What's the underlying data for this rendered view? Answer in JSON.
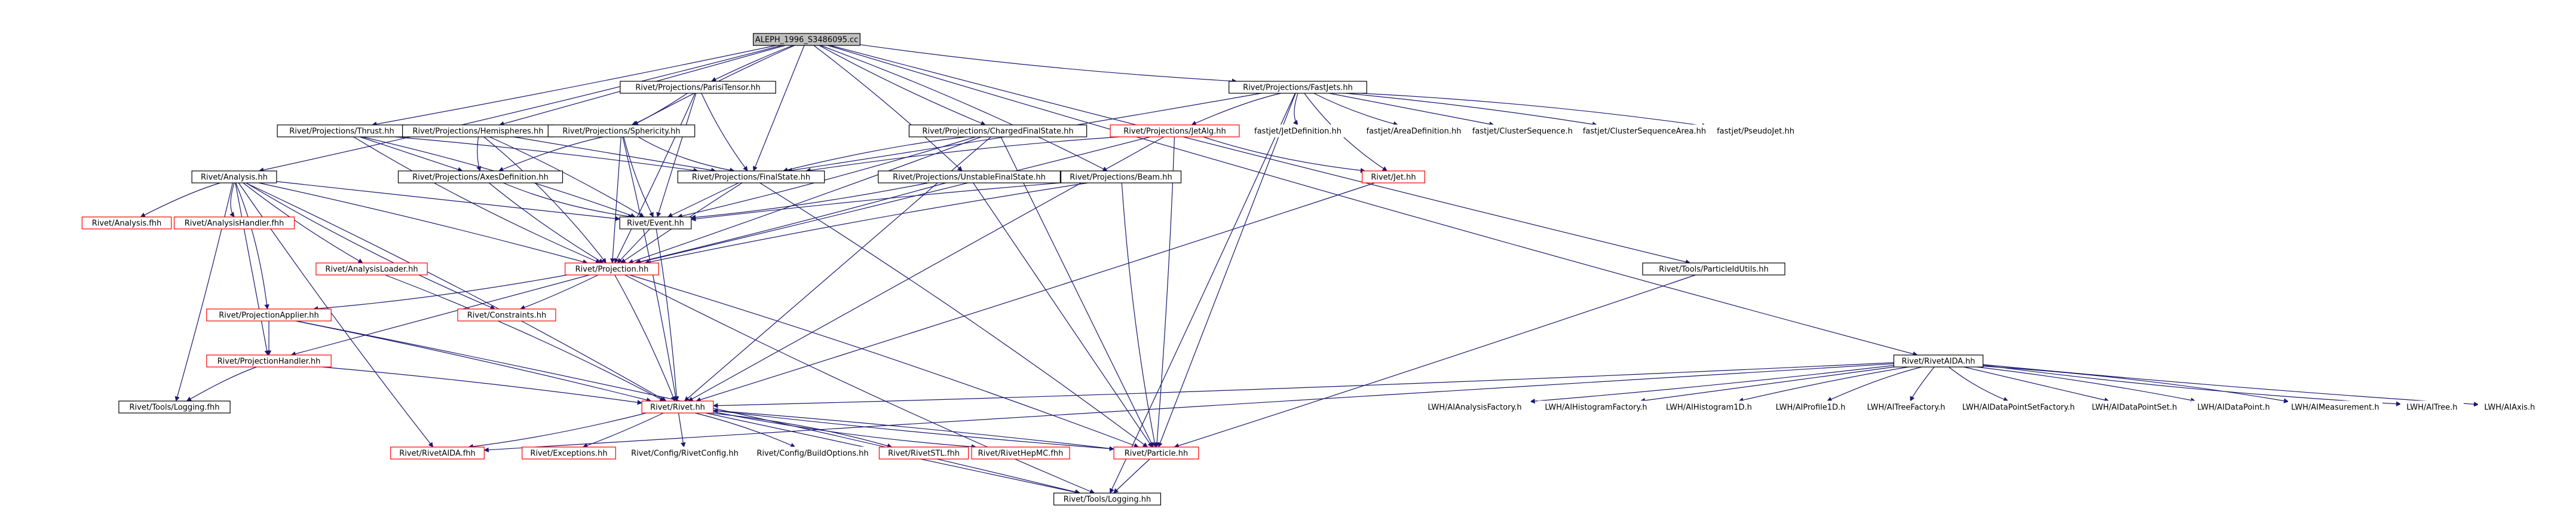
{
  "diagram": {
    "colors": {
      "edge": "#191970",
      "node_border_black": "#000000",
      "node_border_red": "#ff0000",
      "node_border_none": "#ffffff",
      "root_fill": "#bfbfbf",
      "node_fill": "#ffffff",
      "text": "#000000"
    },
    "nodes": [
      {
        "id": "root",
        "label": "ALEPH_1996_S3486095.cc",
        "style": "root"
      },
      {
        "id": "thrust",
        "label": "Rivet/Projections/Thrust.hh",
        "style": "black"
      },
      {
        "id": "hemis",
        "label": "Rivet/Projections/Hemispheres.hh",
        "style": "black"
      },
      {
        "id": "ratio",
        "label": "Rivet/Projections/ParisiTensor.hh",
        "style": "black"
      },
      {
        "id": "spher",
        "label": "Rivet/Projections/Sphericity.hh",
        "style": "black"
      },
      {
        "id": "fastjets",
        "label": "Rivet/Projections/FastJets.hh",
        "style": "black"
      },
      {
        "id": "chfs",
        "label": "Rivet/Projections/ChargedFinalState.hh",
        "style": "black"
      },
      {
        "id": "jetalg",
        "label": "Rivet/Projections/JetAlg.hh",
        "style": "red"
      },
      {
        "id": "fj_jetdef",
        "label": "fastjet/JetDefinition.hh",
        "style": "none"
      },
      {
        "id": "fj_areadef",
        "label": "fastjet/AreaDefinition.hh",
        "style": "none"
      },
      {
        "id": "fj_clseq",
        "label": "fastjet/ClusterSequence.hh",
        "style": "none"
      },
      {
        "id": "fj_clseqarea",
        "label": "fastjet/ClusterSequenceArea.hh",
        "style": "none"
      },
      {
        "id": "fj_pseudo",
        "label": "fastjet/PseudoJet.hh",
        "style": "none"
      },
      {
        "id": "analysis",
        "label": "Rivet/Analysis.hh",
        "style": "black"
      },
      {
        "id": "axesdef",
        "label": "Rivet/Projections/AxesDefinition.hh",
        "style": "black"
      },
      {
        "id": "finalstate",
        "label": "Rivet/Projections/FinalState.hh",
        "style": "black"
      },
      {
        "id": "unstable",
        "label": "Rivet/Projections/UnstableFinalState.hh",
        "style": "black"
      },
      {
        "id": "beam",
        "label": "Rivet/Projections/Beam.hh",
        "style": "black"
      },
      {
        "id": "jet",
        "label": "Rivet/Jet.hh",
        "style": "red"
      },
      {
        "id": "analysis_fhh",
        "label": "Rivet/Analysis.fhh",
        "style": "red"
      },
      {
        "id": "analysishandler_fhh",
        "label": "Rivet/AnalysisHandler.fhh",
        "style": "red"
      },
      {
        "id": "event",
        "label": "Rivet/Event.hh",
        "style": "black"
      },
      {
        "id": "analysisloader",
        "label": "Rivet/AnalysisLoader.hh",
        "style": "red"
      },
      {
        "id": "projection",
        "label": "Rivet/Projection.hh",
        "style": "red"
      },
      {
        "id": "particleidutils",
        "label": "Rivet/Tools/ParticleIdUtils.hh",
        "style": "black"
      },
      {
        "id": "projapplier",
        "label": "Rivet/ProjectionApplier.hh",
        "style": "red"
      },
      {
        "id": "constraints",
        "label": "Rivet/Constraints.hh",
        "style": "red"
      },
      {
        "id": "rivetaida",
        "label": "Rivet/RivetAIDA.hh",
        "style": "black"
      },
      {
        "id": "projhandler",
        "label": "Rivet/ProjectionHandler.hh",
        "style": "red"
      },
      {
        "id": "logging_fhh",
        "label": "Rivet/Tools/Logging.fhh",
        "style": "black"
      },
      {
        "id": "rivet",
        "label": "Rivet/Rivet.hh",
        "style": "red"
      },
      {
        "id": "lwh_af",
        "label": "LWH/AIAnalysisFactory.h",
        "style": "none"
      },
      {
        "id": "lwh_hf",
        "label": "LWH/AIHistogramFactory.h",
        "style": "none"
      },
      {
        "id": "lwh_h1",
        "label": "LWH/AIHistogram1D.h",
        "style": "none"
      },
      {
        "id": "lwh_p1",
        "label": "LWH/AIProfile1D.h",
        "style": "none"
      },
      {
        "id": "lwh_tf",
        "label": "LWH/AITreeFactory.h",
        "style": "none"
      },
      {
        "id": "lwh_dpsf",
        "label": "LWH/AIDataPointSetFactory.h",
        "style": "none"
      },
      {
        "id": "lwh_dps",
        "label": "LWH/AIDataPointSet.h",
        "style": "none"
      },
      {
        "id": "lwh_dp",
        "label": "LWH/AIDataPoint.h",
        "style": "none"
      },
      {
        "id": "lwh_meas",
        "label": "LWH/AIMeasurement.h",
        "style": "none"
      },
      {
        "id": "lwh_tree",
        "label": "LWH/AITree.h",
        "style": "none"
      },
      {
        "id": "lwh_axis",
        "label": "LWH/AIAxis.h",
        "style": "none"
      },
      {
        "id": "rivetaida_fhh",
        "label": "Rivet/RivetAIDA.fhh",
        "style": "red"
      },
      {
        "id": "exceptions",
        "label": "Rivet/Exceptions.hh",
        "style": "red"
      },
      {
        "id": "config",
        "label": "Rivet/Config/RivetConfig.hh",
        "style": "none"
      },
      {
        "id": "buildopts",
        "label": "Rivet/Config/BuildOptions.hh",
        "style": "none"
      },
      {
        "id": "rivetstl",
        "label": "Rivet/RivetSTL.fhh",
        "style": "red"
      },
      {
        "id": "rivethepmc",
        "label": "Rivet/RivetHepMC.fhh",
        "style": "red"
      },
      {
        "id": "particle",
        "label": "Rivet/Particle.hh",
        "style": "red"
      },
      {
        "id": "logging_hh",
        "label": "Rivet/Tools/Logging.hh",
        "style": "black"
      }
    ],
    "edges": [
      [
        "root",
        "analysis"
      ],
      [
        "root",
        "thrust"
      ],
      [
        "root",
        "hemis"
      ],
      [
        "root",
        "ratio"
      ],
      [
        "root",
        "spher"
      ],
      [
        "root",
        "fastjets"
      ],
      [
        "root",
        "chfs"
      ],
      [
        "root",
        "finalstate"
      ],
      [
        "root",
        "unstable"
      ],
      [
        "root",
        "beam"
      ],
      [
        "root",
        "rivetaida"
      ],
      [
        "root",
        "particleidutils"
      ],
      [
        "thrust",
        "axesdef"
      ],
      [
        "thrust",
        "finalstate"
      ],
      [
        "thrust",
        "event"
      ],
      [
        "thrust",
        "projection"
      ],
      [
        "hemis",
        "axesdef"
      ],
      [
        "hemis",
        "finalstate"
      ],
      [
        "hemis",
        "event"
      ],
      [
        "hemis",
        "projection"
      ],
      [
        "ratio",
        "spher"
      ],
      [
        "ratio",
        "finalstate"
      ],
      [
        "ratio",
        "event"
      ],
      [
        "ratio",
        "projection"
      ],
      [
        "spher",
        "axesdef"
      ],
      [
        "spher",
        "finalstate"
      ],
      [
        "spher",
        "event"
      ],
      [
        "spher",
        "projection"
      ],
      [
        "spher",
        "rivet"
      ],
      [
        "fastjets",
        "jetalg"
      ],
      [
        "fastjets",
        "fj_jetdef"
      ],
      [
        "fastjets",
        "fj_areadef"
      ],
      [
        "fastjets",
        "fj_clseq"
      ],
      [
        "fastjets",
        "fj_clseqarea"
      ],
      [
        "fastjets",
        "fj_pseudo"
      ],
      [
        "fastjets",
        "jet"
      ],
      [
        "fastjets",
        "finalstate"
      ],
      [
        "fastjets",
        "particle"
      ],
      [
        "fastjets",
        "logging_hh"
      ],
      [
        "chfs",
        "finalstate"
      ],
      [
        "chfs",
        "event"
      ],
      [
        "chfs",
        "projection"
      ],
      [
        "chfs",
        "particle"
      ],
      [
        "chfs",
        "rivet"
      ],
      [
        "jetalg",
        "finalstate"
      ],
      [
        "jetalg",
        "jet"
      ],
      [
        "jetalg",
        "projection"
      ],
      [
        "jetalg",
        "rivet"
      ],
      [
        "jetalg",
        "particle"
      ],
      [
        "analysis",
        "analysis_fhh"
      ],
      [
        "analysis",
        "analysishandler_fhh"
      ],
      [
        "analysis",
        "analysisloader"
      ],
      [
        "analysis",
        "event"
      ],
      [
        "analysis",
        "projection"
      ],
      [
        "analysis",
        "projapplier"
      ],
      [
        "analysis",
        "constraints"
      ],
      [
        "analysis",
        "rivetaida_fhh"
      ],
      [
        "analysis",
        "projhandler"
      ],
      [
        "analysis",
        "logging_fhh"
      ],
      [
        "analysis",
        "rivet"
      ],
      [
        "axesdef",
        "event"
      ],
      [
        "axesdef",
        "projection"
      ],
      [
        "finalstate",
        "event"
      ],
      [
        "finalstate",
        "projection"
      ],
      [
        "finalstate",
        "particle"
      ],
      [
        "unstable",
        "event"
      ],
      [
        "unstable",
        "projection"
      ],
      [
        "unstable",
        "particle"
      ],
      [
        "beam",
        "event"
      ],
      [
        "beam",
        "projection"
      ],
      [
        "beam",
        "particle"
      ],
      [
        "jet",
        "rivet"
      ],
      [
        "event",
        "projection"
      ],
      [
        "event",
        "rivet"
      ],
      [
        "analysisloader",
        "rivet"
      ],
      [
        "projection",
        "projapplier"
      ],
      [
        "projection",
        "constraints"
      ],
      [
        "projection",
        "projhandler"
      ],
      [
        "projection",
        "rivet"
      ],
      [
        "projection",
        "particle"
      ],
      [
        "projection",
        "logging_hh"
      ],
      [
        "particleidutils",
        "particle"
      ],
      [
        "projapplier",
        "projhandler"
      ],
      [
        "projapplier",
        "rivet"
      ],
      [
        "projapplier",
        "logging_hh"
      ],
      [
        "rivetaida",
        "rivet"
      ],
      [
        "rivetaida",
        "lwh_af"
      ],
      [
        "rivetaida",
        "lwh_hf"
      ],
      [
        "rivetaida",
        "lwh_h1"
      ],
      [
        "rivetaida",
        "lwh_p1"
      ],
      [
        "rivetaida",
        "lwh_tf"
      ],
      [
        "rivetaida",
        "lwh_dpsf"
      ],
      [
        "rivetaida",
        "lwh_dps"
      ],
      [
        "rivetaida",
        "lwh_dp"
      ],
      [
        "rivetaida",
        "lwh_meas"
      ],
      [
        "rivetaida",
        "lwh_tree"
      ],
      [
        "rivetaida",
        "lwh_axis"
      ],
      [
        "rivetaida",
        "rivetaida_fhh"
      ],
      [
        "projhandler",
        "rivet"
      ],
      [
        "projhandler",
        "logging_fhh"
      ],
      [
        "rivet",
        "rivetaida_fhh"
      ],
      [
        "rivet",
        "exceptions"
      ],
      [
        "rivet",
        "config"
      ],
      [
        "rivet",
        "buildopts"
      ],
      [
        "rivet",
        "rivetstl"
      ],
      [
        "rivet",
        "rivethepmc"
      ],
      [
        "rivet",
        "particle"
      ],
      [
        "rivet",
        "logging_hh"
      ],
      [
        "particle",
        "rivet"
      ],
      [
        "particle",
        "logging_hh"
      ]
    ]
  }
}
